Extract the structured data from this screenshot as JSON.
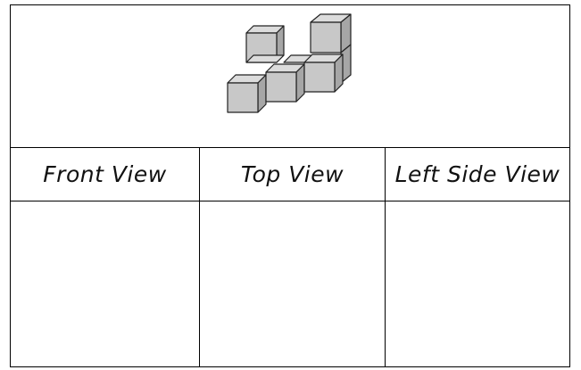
{
  "views": {
    "front": "Front View",
    "top": "Top View",
    "left": "Left Side View"
  },
  "figure": {
    "icon": "isometric-cube-stack",
    "cube_color": "#c8c8c8",
    "cube_top_color": "#dcdcdc",
    "cube_side_color": "#a6a6a6"
  }
}
